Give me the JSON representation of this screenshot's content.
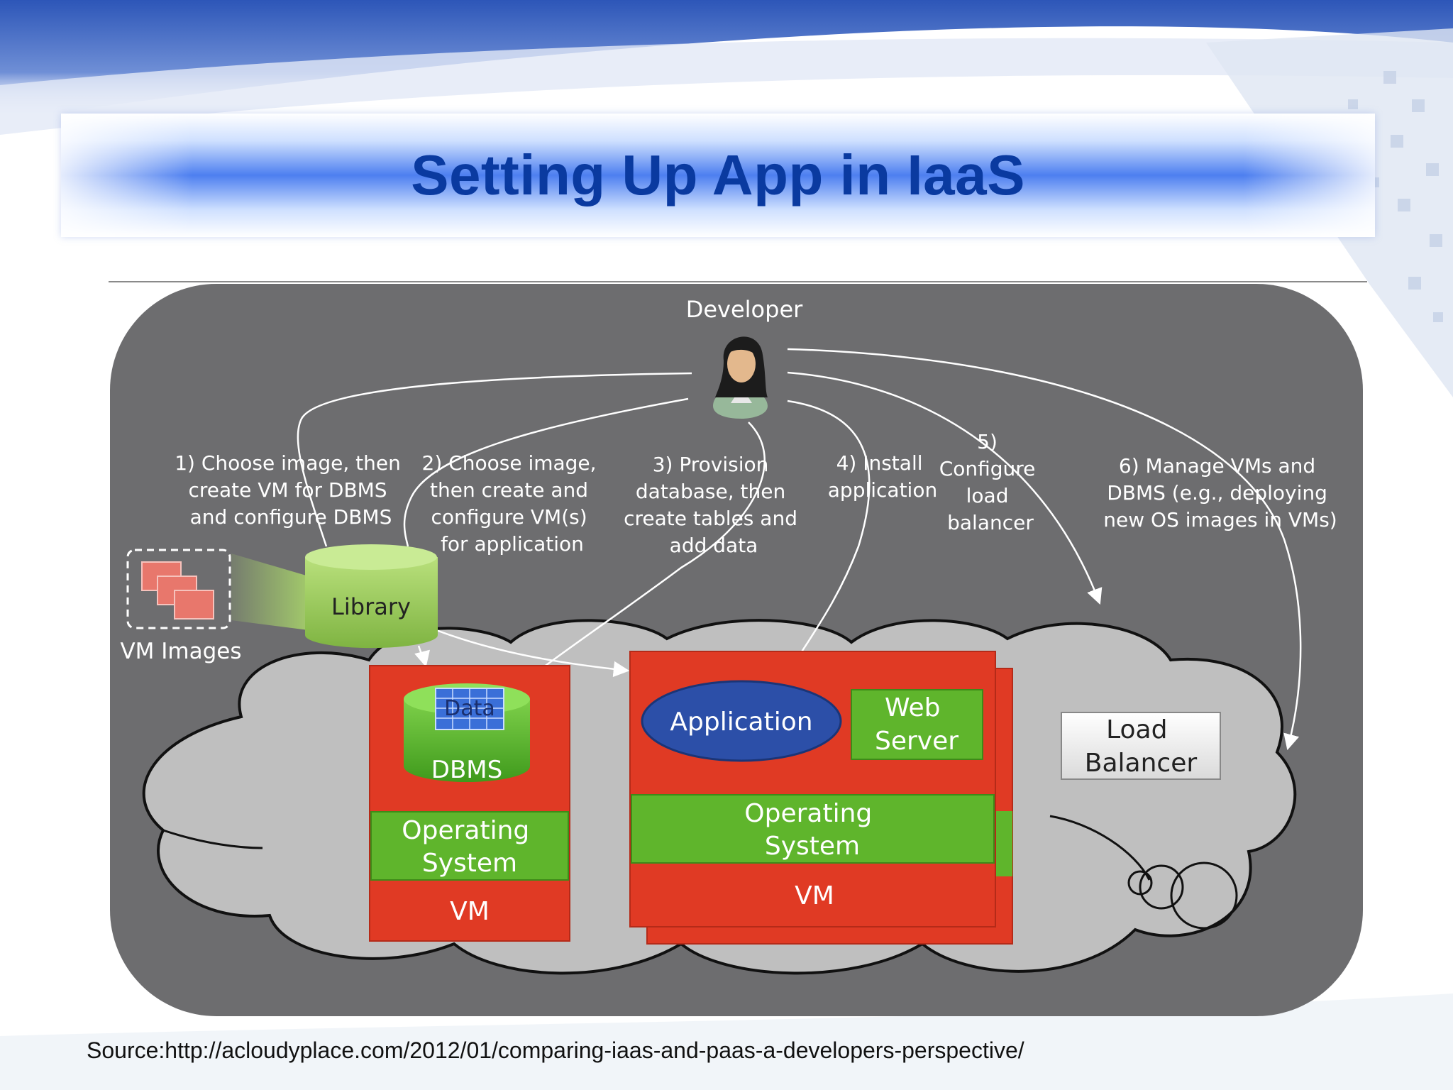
{
  "slide": {
    "title": "Setting Up App in IaaS",
    "source": "Source:http://acloudyplace.com/2012/01/comparing-iaas-and-paas-a-developers-perspective/"
  },
  "diagram": {
    "developer_label": "Developer",
    "steps": {
      "s1": [
        "1) Choose image, then",
        "create VM for DBMS",
        "and configure DBMS"
      ],
      "s2": [
        "2) Choose image,",
        "then create and",
        "configure VM(s)",
        "for application"
      ],
      "s3": [
        "3) Provision",
        "database, then",
        "create tables and",
        "add data"
      ],
      "s4": [
        "4) Install",
        "application"
      ],
      "s5": [
        "5)",
        "Configure",
        "load",
        "balancer"
      ],
      "s6": [
        "6) Manage VMs and",
        "DBMS (e.g., deploying",
        "new OS images in VMs)"
      ]
    },
    "vm_images_label": "VM Images",
    "library_label": "Library",
    "data_label": "Data",
    "dbms_label": "DBMS",
    "os_label": [
      "Operating",
      "System"
    ],
    "vm_label": "VM",
    "application_label": "Application",
    "web_server_label": [
      "Web",
      "Server"
    ],
    "load_balancer_label": [
      "Load",
      "Balancer"
    ]
  },
  "colors": {
    "panel_gray": "#6d6d6f",
    "cloud_gray": "#bfbfbf",
    "vm_red": "#e03a24",
    "os_green": "#5fb52c",
    "library_green": "#a8d46a",
    "application_blue": "#2c4fa8",
    "title_blue": "#0a3aa0"
  }
}
